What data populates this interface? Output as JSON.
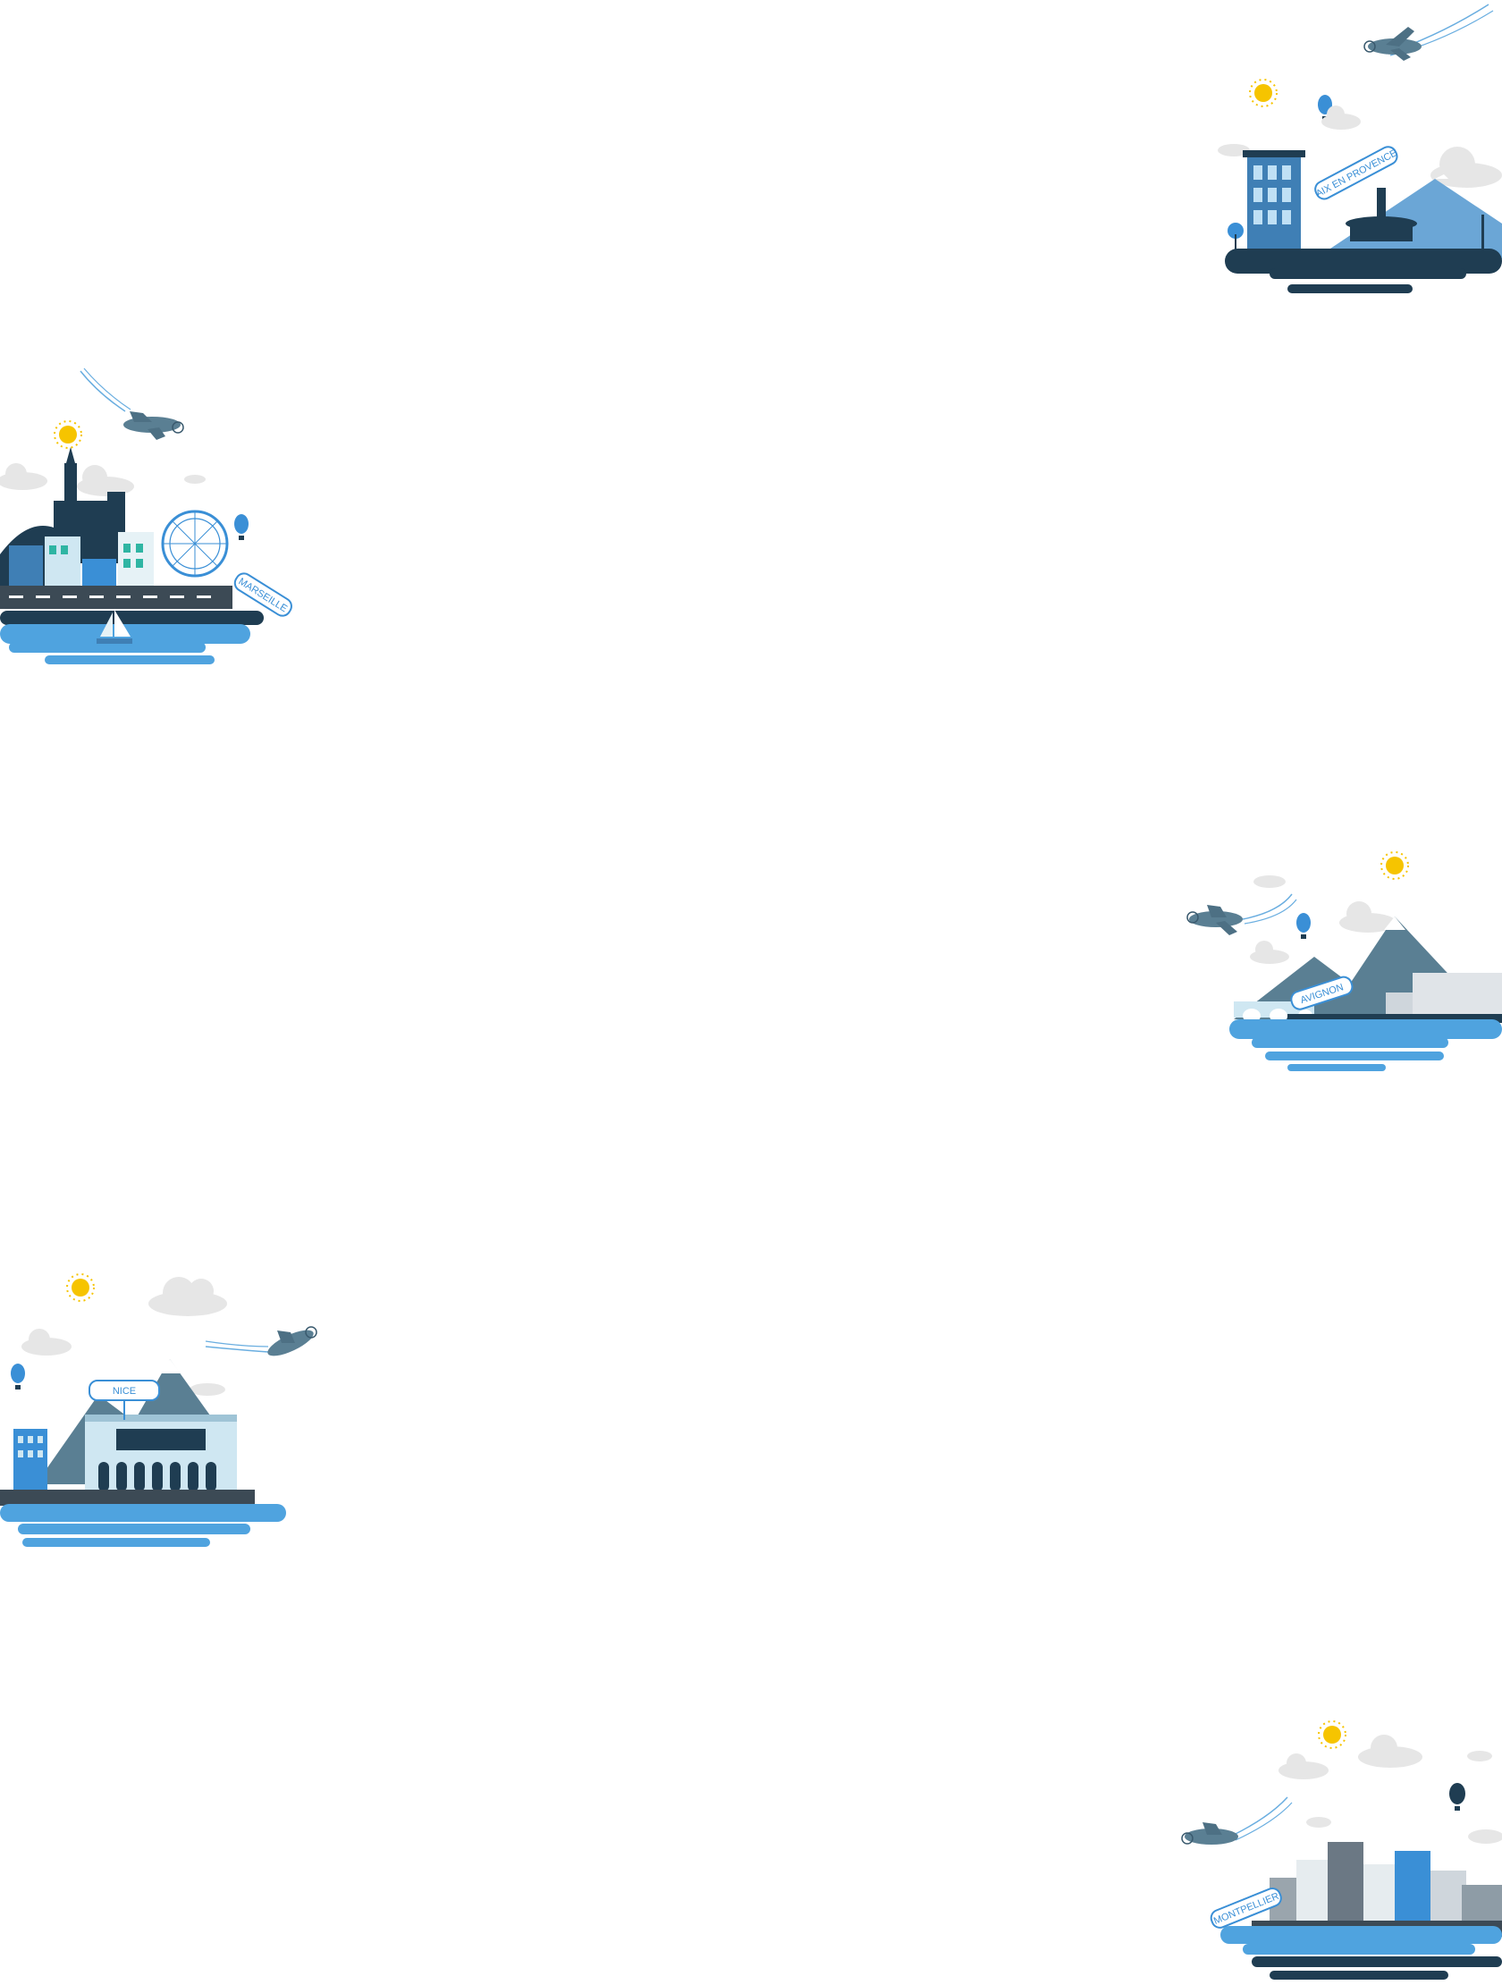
{
  "colors": {
    "dark": "#1f3d52",
    "mid": "#3f7fb5",
    "light_blue": "#4a9fdd",
    "water": "#4fa3df",
    "sun": "#f6c400",
    "cloud": "#e6e6e6",
    "mountain": "#5a7f93",
    "sign_border": "#3a8fd6"
  },
  "scenes": [
    {
      "id": "aix",
      "label": "AIX EN PROVENCE"
    },
    {
      "id": "marseille",
      "label": "MARSEILLE"
    },
    {
      "id": "avignon",
      "label": "AVIGNON"
    },
    {
      "id": "nice",
      "label": "NICE"
    },
    {
      "id": "montpellier",
      "label": "MONTPELLIER"
    }
  ]
}
